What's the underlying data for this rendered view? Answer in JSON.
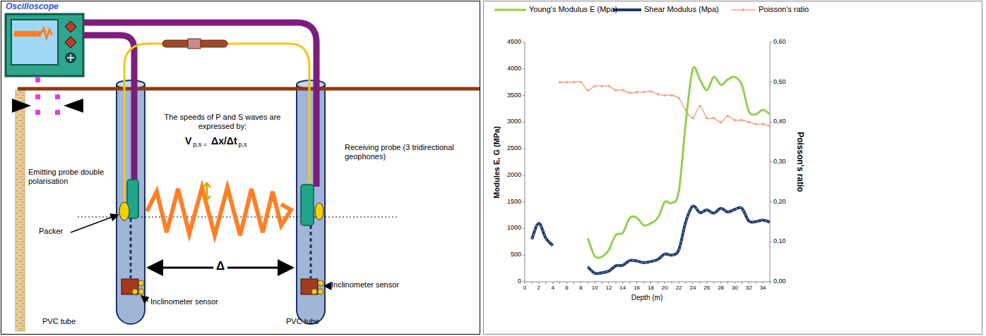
{
  "diagram": {
    "nodes": [
      {
        "text": [
          "Oscilloscope"
        ]
      }
    ],
    "labels": [
      "The speeds of P and S waves are expressed by:",
      "V",
      "p,s =",
      "Δx/Δt",
      "p,s",
      "Emitting probe double polarisation",
      "Receiving probe (3 tridirectional geophones)",
      "Packer",
      "Δ",
      "Inclinometer sensor",
      "Inclinometer sensor",
      "PVC tube",
      "PVC tube",
      "Modules E, G (MPa)",
      "Poisson's ratio",
      "Depth (m)",
      "0",
      "500",
      "1000",
      "1500",
      "2000",
      "2500",
      "3000",
      "3500",
      "4000",
      "4500",
      "0,00",
      "0,10",
      "0,20",
      "0,30",
      "0,40",
      "0,50",
      "0,60",
      "0",
      "2",
      "4",
      "6",
      "8",
      "10",
      "12",
      "14",
      "16",
      "18",
      "20",
      "22",
      "24",
      "26",
      "28",
      "30",
      "32",
      "34"
    ],
    "legend": [
      {
        "text": "Young's Modulus E (Mpa)"
      },
      {
        "text": "Shear Modulus (Mpa)"
      },
      {
        "text": "Poisson's ratio"
      }
    ]
  }
}
